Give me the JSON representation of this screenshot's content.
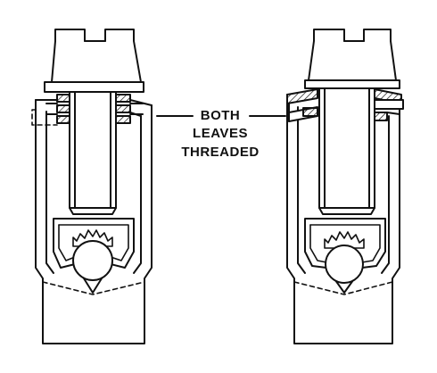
{
  "figure": {
    "callout": {
      "lines": [
        "BOTH",
        "LEAVES",
        "THREADED"
      ]
    }
  },
  "colors": {
    "ink": "#111111",
    "paper": "#ffffff"
  }
}
